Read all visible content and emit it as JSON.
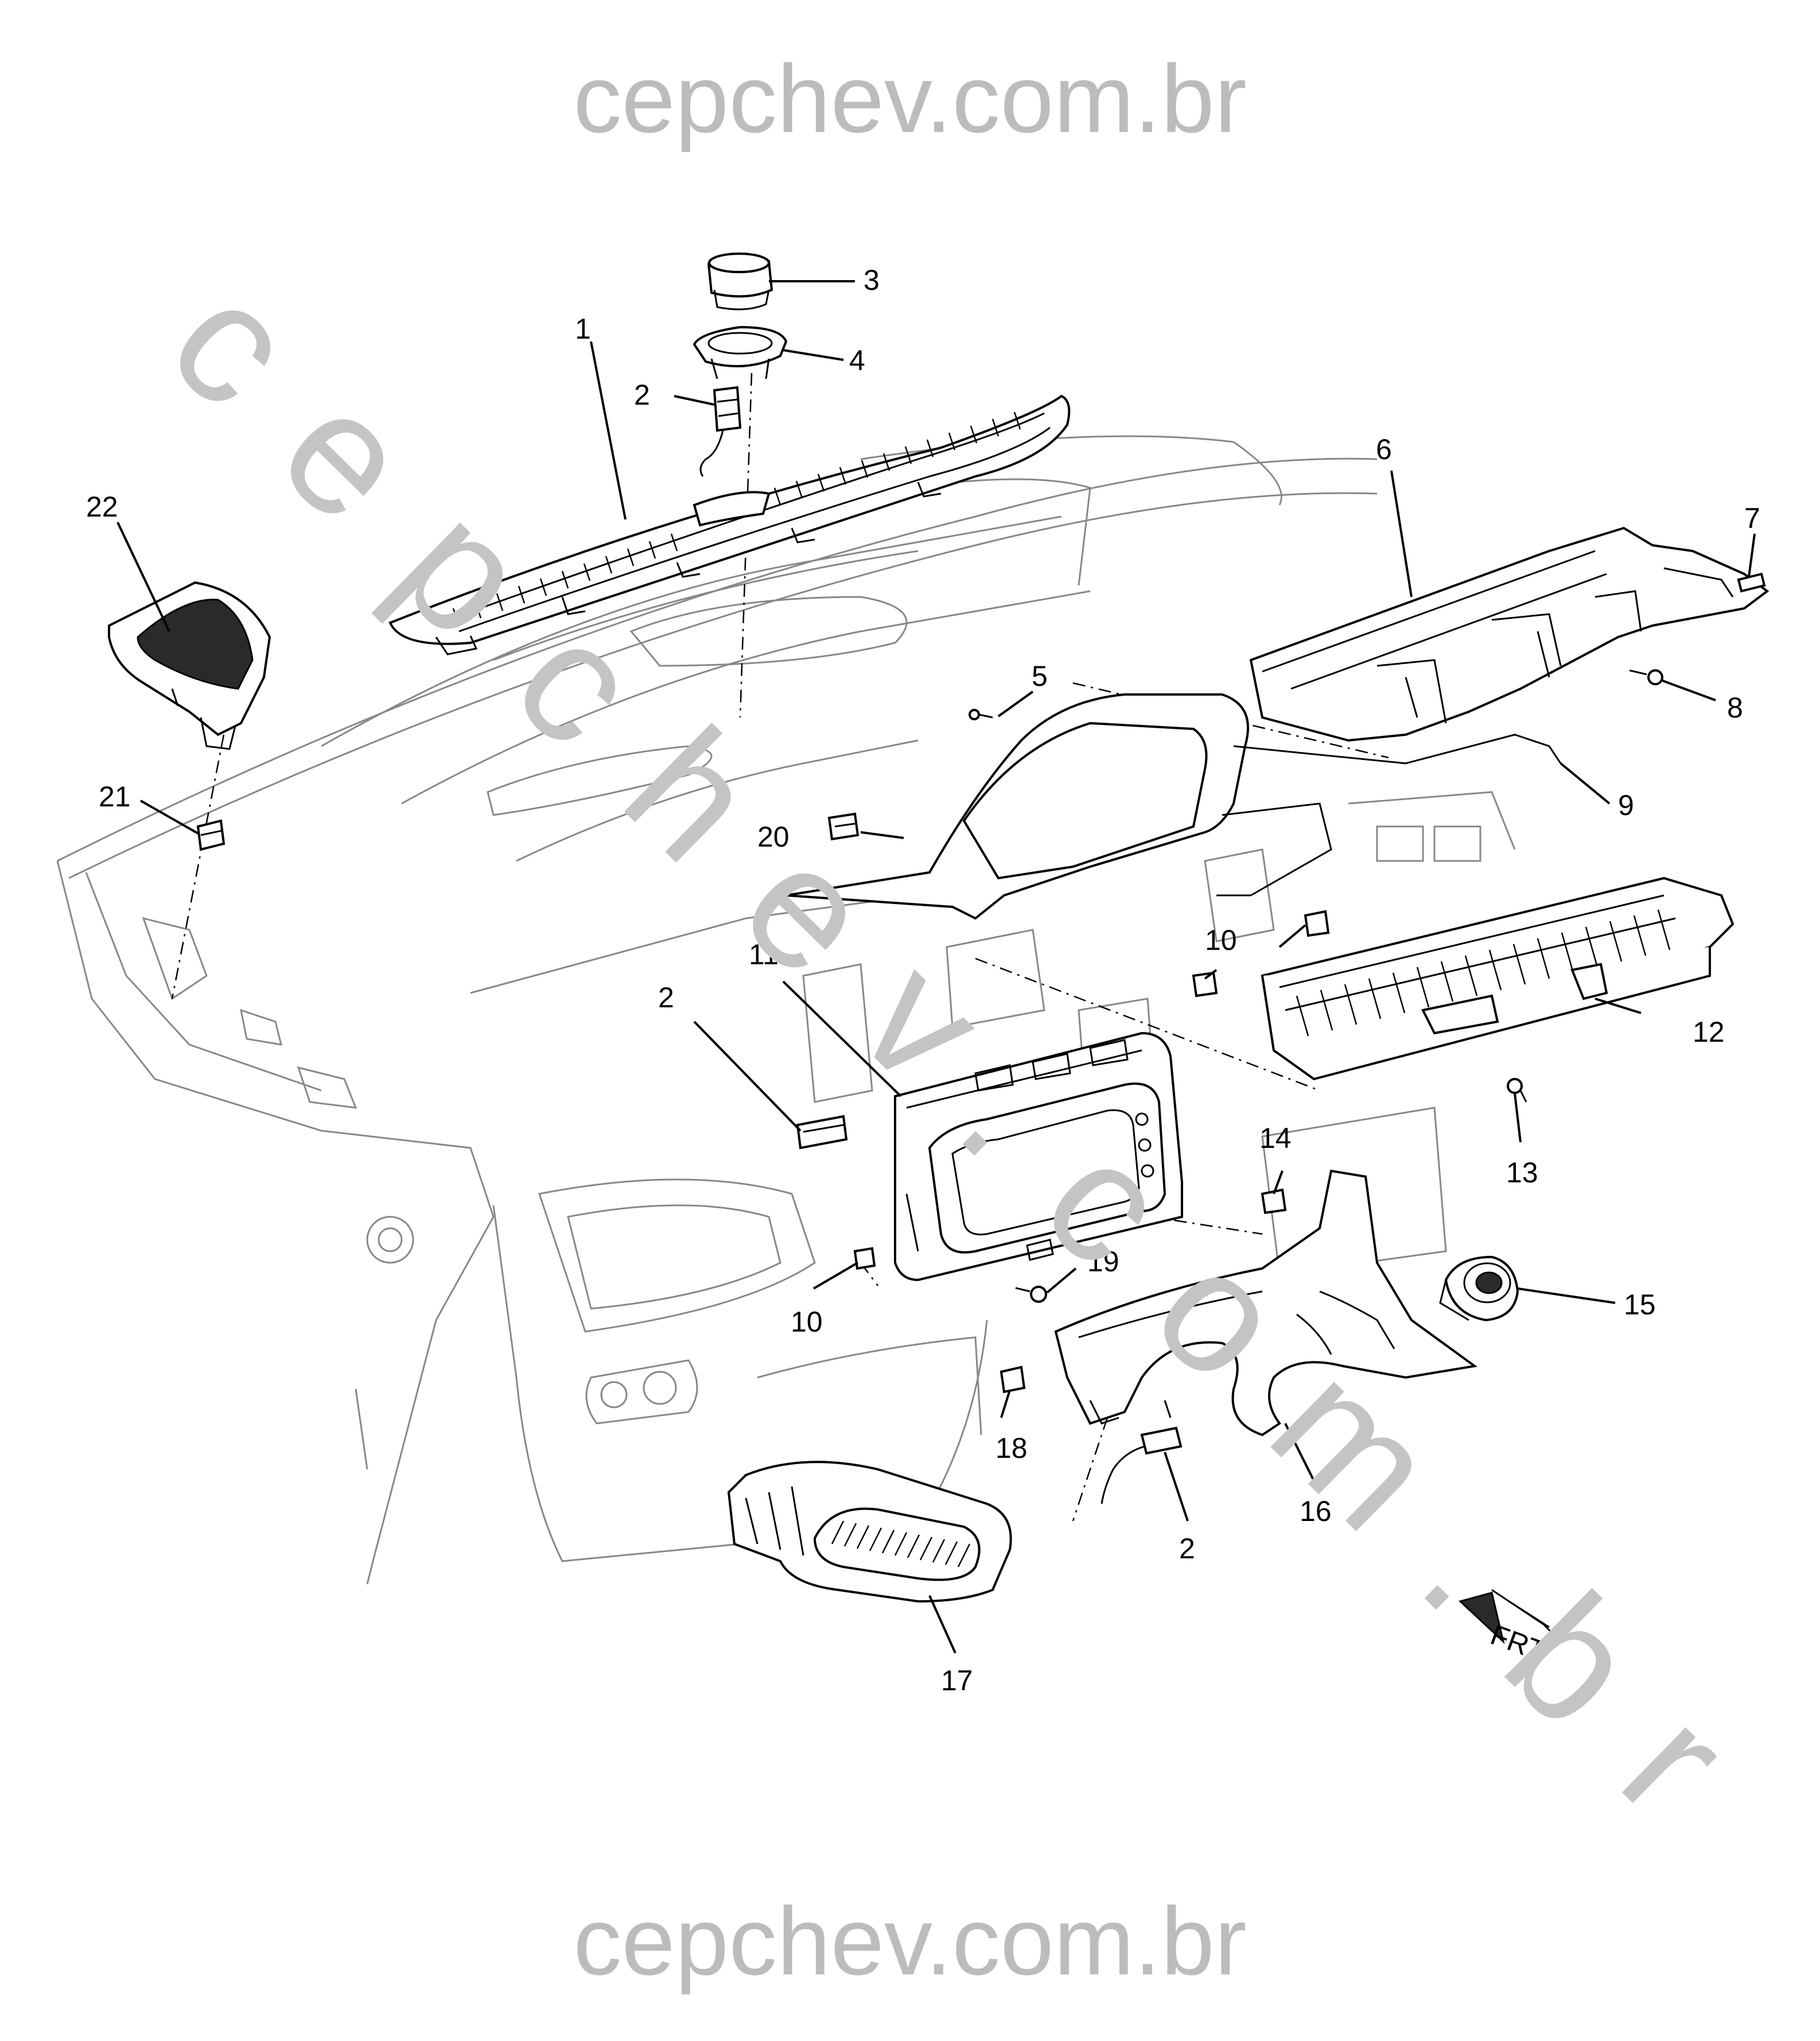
{
  "watermark": {
    "top": "cepchev.com.br",
    "bottom": "cepchev.com.br",
    "diagonal": "cepchev.com.br"
  },
  "callouts": [
    {
      "id": "c1",
      "label": "1"
    },
    {
      "id": "c2a",
      "label": "2"
    },
    {
      "id": "c3",
      "label": "3"
    },
    {
      "id": "c4",
      "label": "4"
    },
    {
      "id": "c5",
      "label": "5"
    },
    {
      "id": "c6",
      "label": "6"
    },
    {
      "id": "c7",
      "label": "7"
    },
    {
      "id": "c8",
      "label": "8"
    },
    {
      "id": "c9",
      "label": "9"
    },
    {
      "id": "c10a",
      "label": "10"
    },
    {
      "id": "c10b",
      "label": "10"
    },
    {
      "id": "c11",
      "label": "11"
    },
    {
      "id": "c12",
      "label": "12"
    },
    {
      "id": "c2b",
      "label": "2"
    },
    {
      "id": "c13",
      "label": "13"
    },
    {
      "id": "c14",
      "label": "14"
    },
    {
      "id": "c15",
      "label": "15"
    },
    {
      "id": "c16",
      "label": "16"
    },
    {
      "id": "c17",
      "label": "17"
    },
    {
      "id": "c18",
      "label": "18"
    },
    {
      "id": "c19",
      "label": "19"
    },
    {
      "id": "c2c",
      "label": "2"
    },
    {
      "id": "c20",
      "label": "20"
    },
    {
      "id": "c21",
      "label": "21"
    },
    {
      "id": "c22",
      "label": "22"
    }
  ],
  "direction_marker": {
    "label": "FRT",
    "icon": "front-arrow-icon"
  }
}
